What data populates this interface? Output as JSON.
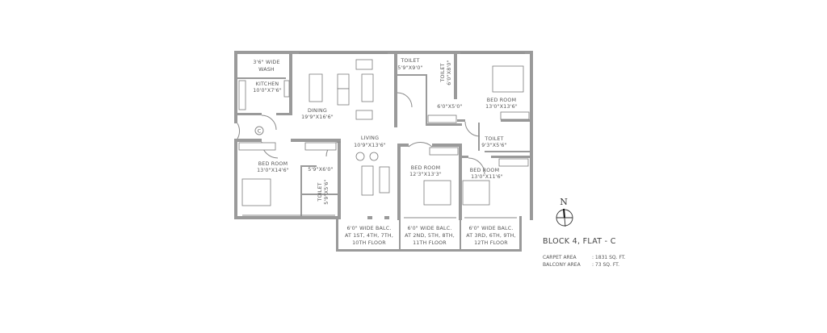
{
  "plan": {
    "rooms": {
      "wash": {
        "name": "3'6\" WIDE",
        "dims": "WASH"
      },
      "kitchen": {
        "name": "KITCHEN",
        "dims": "10'0\"X7'6\""
      },
      "dining": {
        "name": "DINING",
        "dims": "19'9\"X16'6\""
      },
      "toilet_top": {
        "name": "TOILET",
        "dims": "5'9\"X9'0\""
      },
      "toilet_vertical": {
        "name": "TOILET",
        "dims": "6'0\"X8'0\""
      },
      "dress": {
        "dims": "6'0\"X5'0\""
      },
      "bedroom_top_right": {
        "name": "BED ROOM",
        "dims": "13'0\"X13'6\""
      },
      "toilet_right": {
        "name": "TOILET",
        "dims": "9'3\"X5'6\""
      },
      "living": {
        "name": "LIVING",
        "dims": "10'9\"X13'6\""
      },
      "bedroom_left": {
        "name": "BED ROOM",
        "dims": "13'0\"X14'6\""
      },
      "dress_left": {
        "dims": "5'9\"X6'0\""
      },
      "toilet_left": {
        "name": "TOILET",
        "dims": "5'9\"X5'6\""
      },
      "bedroom_mid": {
        "name": "BED ROOM",
        "dims": "12'3\"X13'3\""
      },
      "bedroom_right": {
        "name": "BED ROOM",
        "dims": "13'0\"X11'6\""
      }
    },
    "entrance_marker": "C",
    "balconies": [
      {
        "line1": "6'0\" WIDE BALC.",
        "line2": "AT 1ST, 4TH, 7TH,",
        "line3": "10TH FLOOR"
      },
      {
        "line1": "6'0\" WIDE BALC.",
        "line2": "AT 2ND, 5TH, 8TH,",
        "line3": "11TH FLOOR"
      },
      {
        "line1": "6'0\" WIDE BALC.",
        "line2": "AT 3RD, 6TH, 9TH,",
        "line3": "12TH FLOOR"
      }
    ]
  },
  "compass": {
    "label": "N"
  },
  "info": {
    "title": "BLOCK 4,  FLAT - C",
    "carpet_label": "CARPET AREA",
    "carpet_value": ":  1831 SQ. FT.",
    "balcony_label": "BALCONY AREA",
    "balcony_value": ":     73 SQ. FT."
  }
}
